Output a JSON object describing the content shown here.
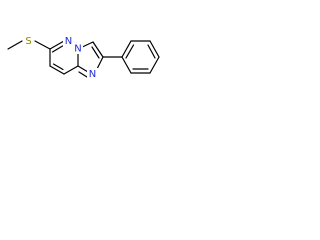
{
  "molecule": {
    "atoms": {
      "sulfur": "S",
      "nitrogen_top": "N",
      "nitrogen_bridge": "N",
      "nitrogen_lower": "N"
    },
    "colors": {
      "bond": "#000000",
      "sulfur": "#8a8a00",
      "nitrogen": "#1f2bd6"
    }
  }
}
